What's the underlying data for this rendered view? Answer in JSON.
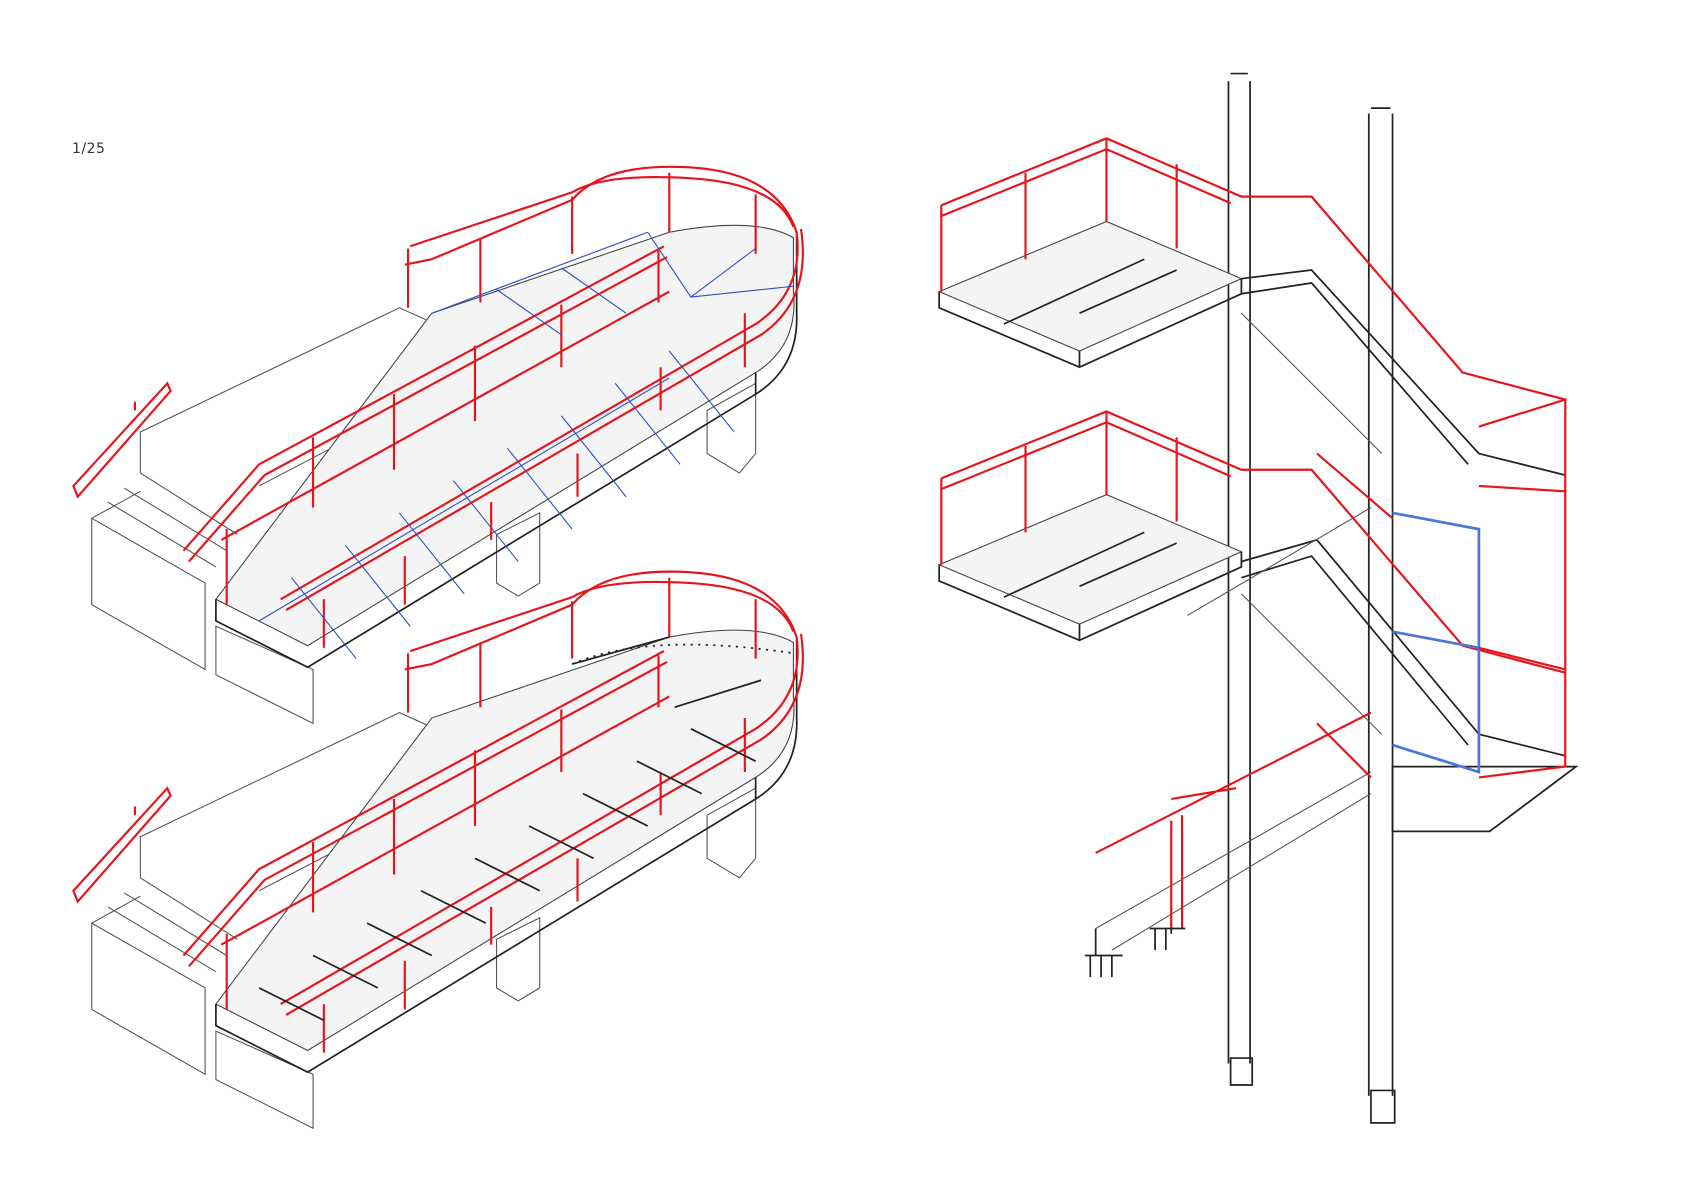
{
  "drawing": {
    "scale_label": "1/25",
    "colors": {
      "railing": "#e8141b",
      "structure": "#222222",
      "grid": "#2a4fc0",
      "concrete": "#555555"
    },
    "views": [
      "ramp-with-decking",
      "ramp-frame-only",
      "stair-tower"
    ]
  }
}
